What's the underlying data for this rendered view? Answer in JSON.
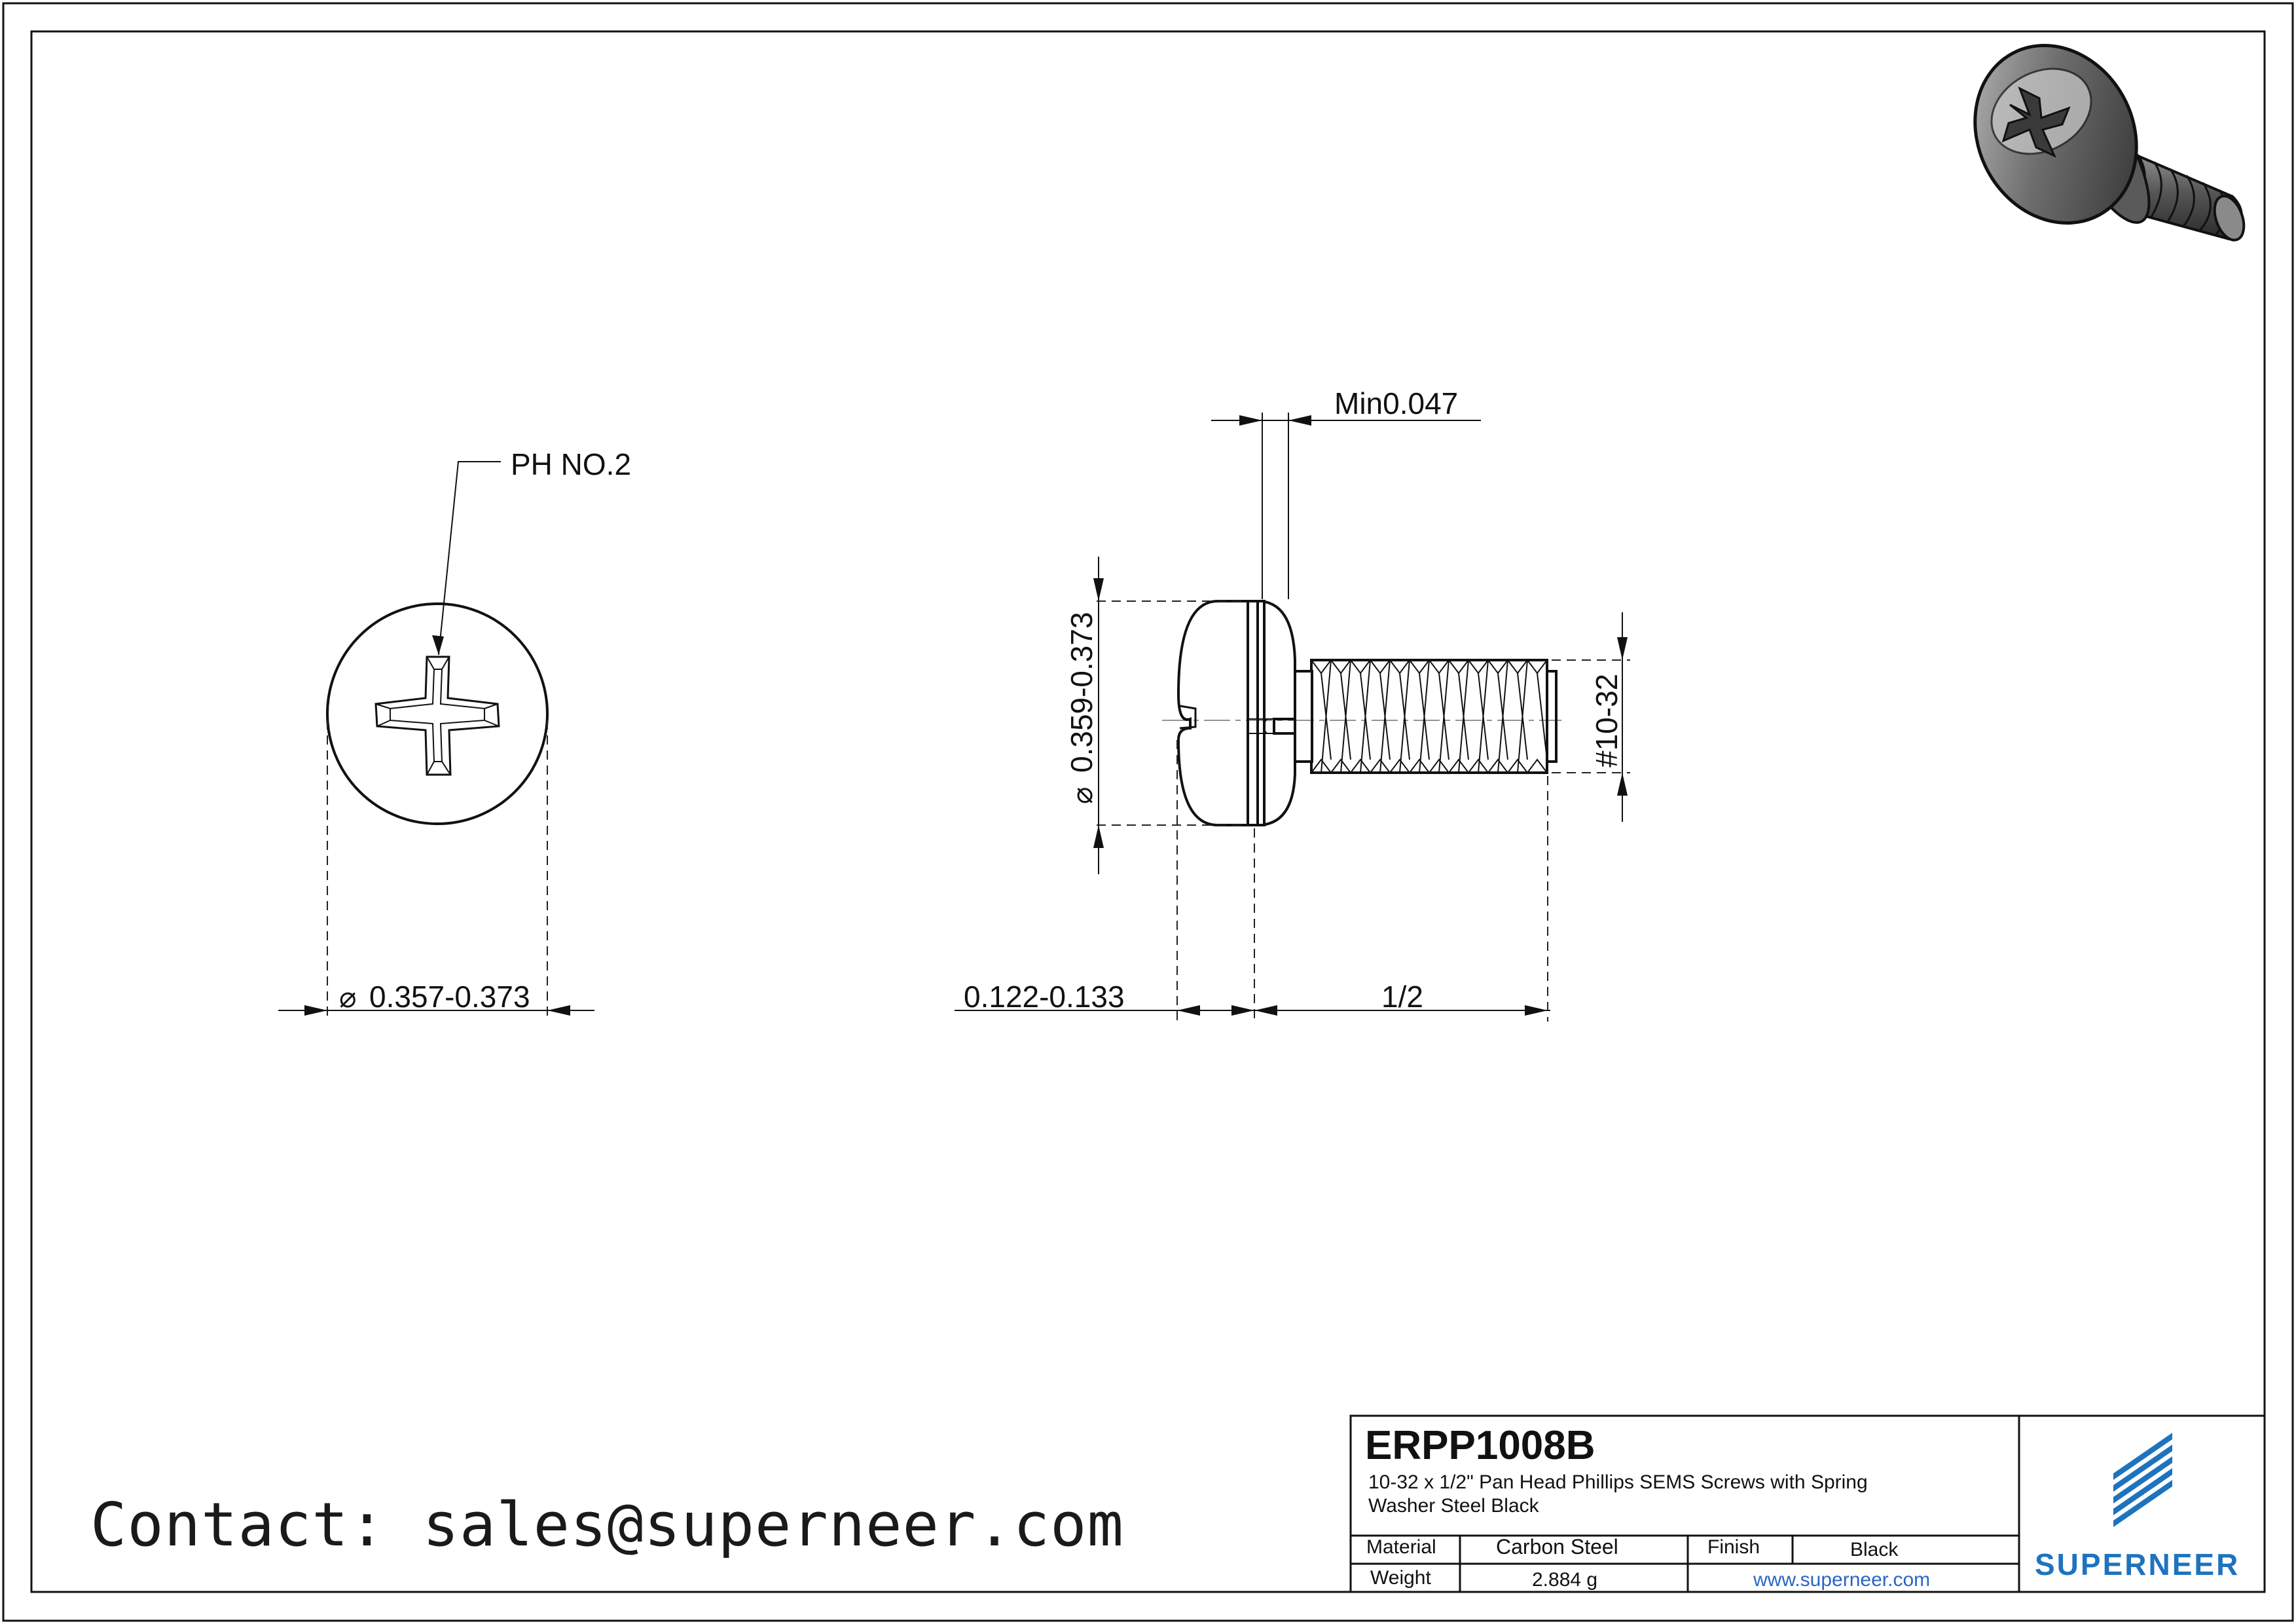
{
  "drawing": {
    "callouts": {
      "drive": "PH NO.2",
      "head_diameter": "0.357-0.373",
      "washer_diameter": "0.359-0.373",
      "washer_thickness": "Min0.047",
      "head_height": "0.122-0.133",
      "length": "1/2",
      "thread": "#10-32"
    },
    "diameter_symbol": "⌀",
    "icons": [
      "screw-3d-render-icon",
      "superneer-logo-icon"
    ]
  },
  "contact": "Contact: sales@superneer.com",
  "title_block": {
    "part_number": "ERPP1008B",
    "description": "10-32 x 1/2\" Pan Head Phillips SEMS Screws with Spring Washer Steel Black",
    "material_label": "Material",
    "material_value": "Carbon Steel",
    "finish_label": "Finish",
    "finish_value": "Black",
    "weight_label": "Weight",
    "weight_value": "2.884 g",
    "website": "www.superneer.com",
    "brand": "SUPERNEER",
    "brand_color": "#1e73be",
    "link_color": "#2a64c8"
  }
}
